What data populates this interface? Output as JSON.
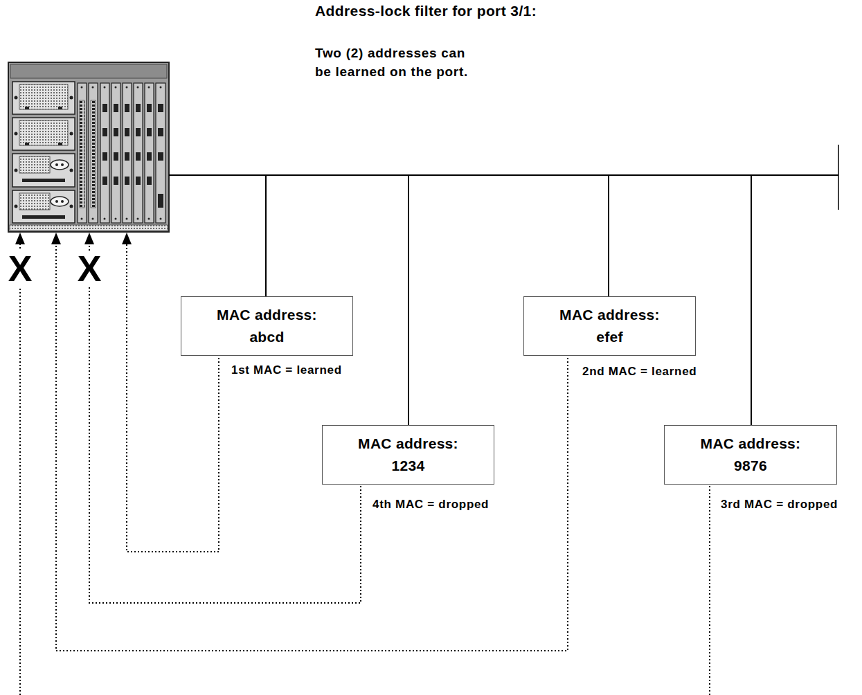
{
  "diagram": {
    "title": "Address-lock filter for port 3/1:",
    "nodes": [
      {
        "text": [
          "MAC address:",
          "abcd"
        ]
      },
      {
        "text": [
          "MAC address:",
          "efef"
        ]
      },
      {
        "text": [
          "MAC address:",
          "1234"
        ]
      },
      {
        "text": [
          "MAC address:",
          "9876"
        ]
      }
    ],
    "labels": [
      "Two (2) addresses can be learned on the port.",
      "1st MAC = learned",
      "2nd MAC = learned",
      "4th MAC = dropped",
      "3rd MAC = dropped",
      "X",
      "X"
    ]
  }
}
